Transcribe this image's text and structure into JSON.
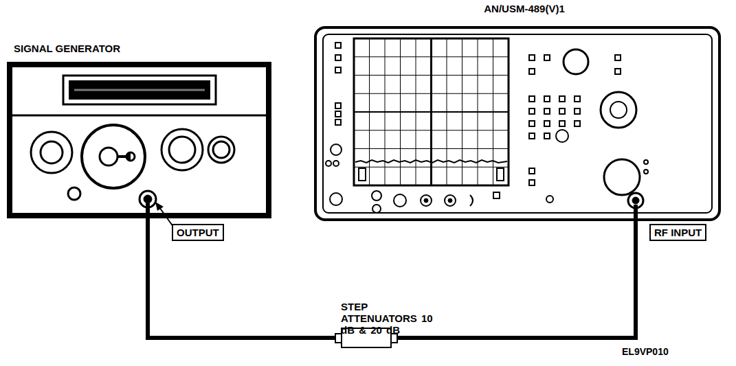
{
  "diagram": {
    "nodes": [
      {
        "text": [
          "SIGNAL GENERATOR"
        ]
      },
      {
        "text": [
          "AN/USM-489(V)1"
        ]
      },
      {
        "text": [
          "STEP ATTENUATORS 10 dB & 20 dB"
        ]
      },
      {
        "text": [
          "OUTPUT"
        ]
      },
      {
        "text": [
          "RF INPUT"
        ]
      }
    ],
    "edges": [
      {
        "from": 0,
        "to": 2,
        "arrow": "none"
      },
      {
        "from": 2,
        "to": 1,
        "arrow": "none"
      }
    ],
    "labels": [
      "EL9VP010"
    ]
  }
}
